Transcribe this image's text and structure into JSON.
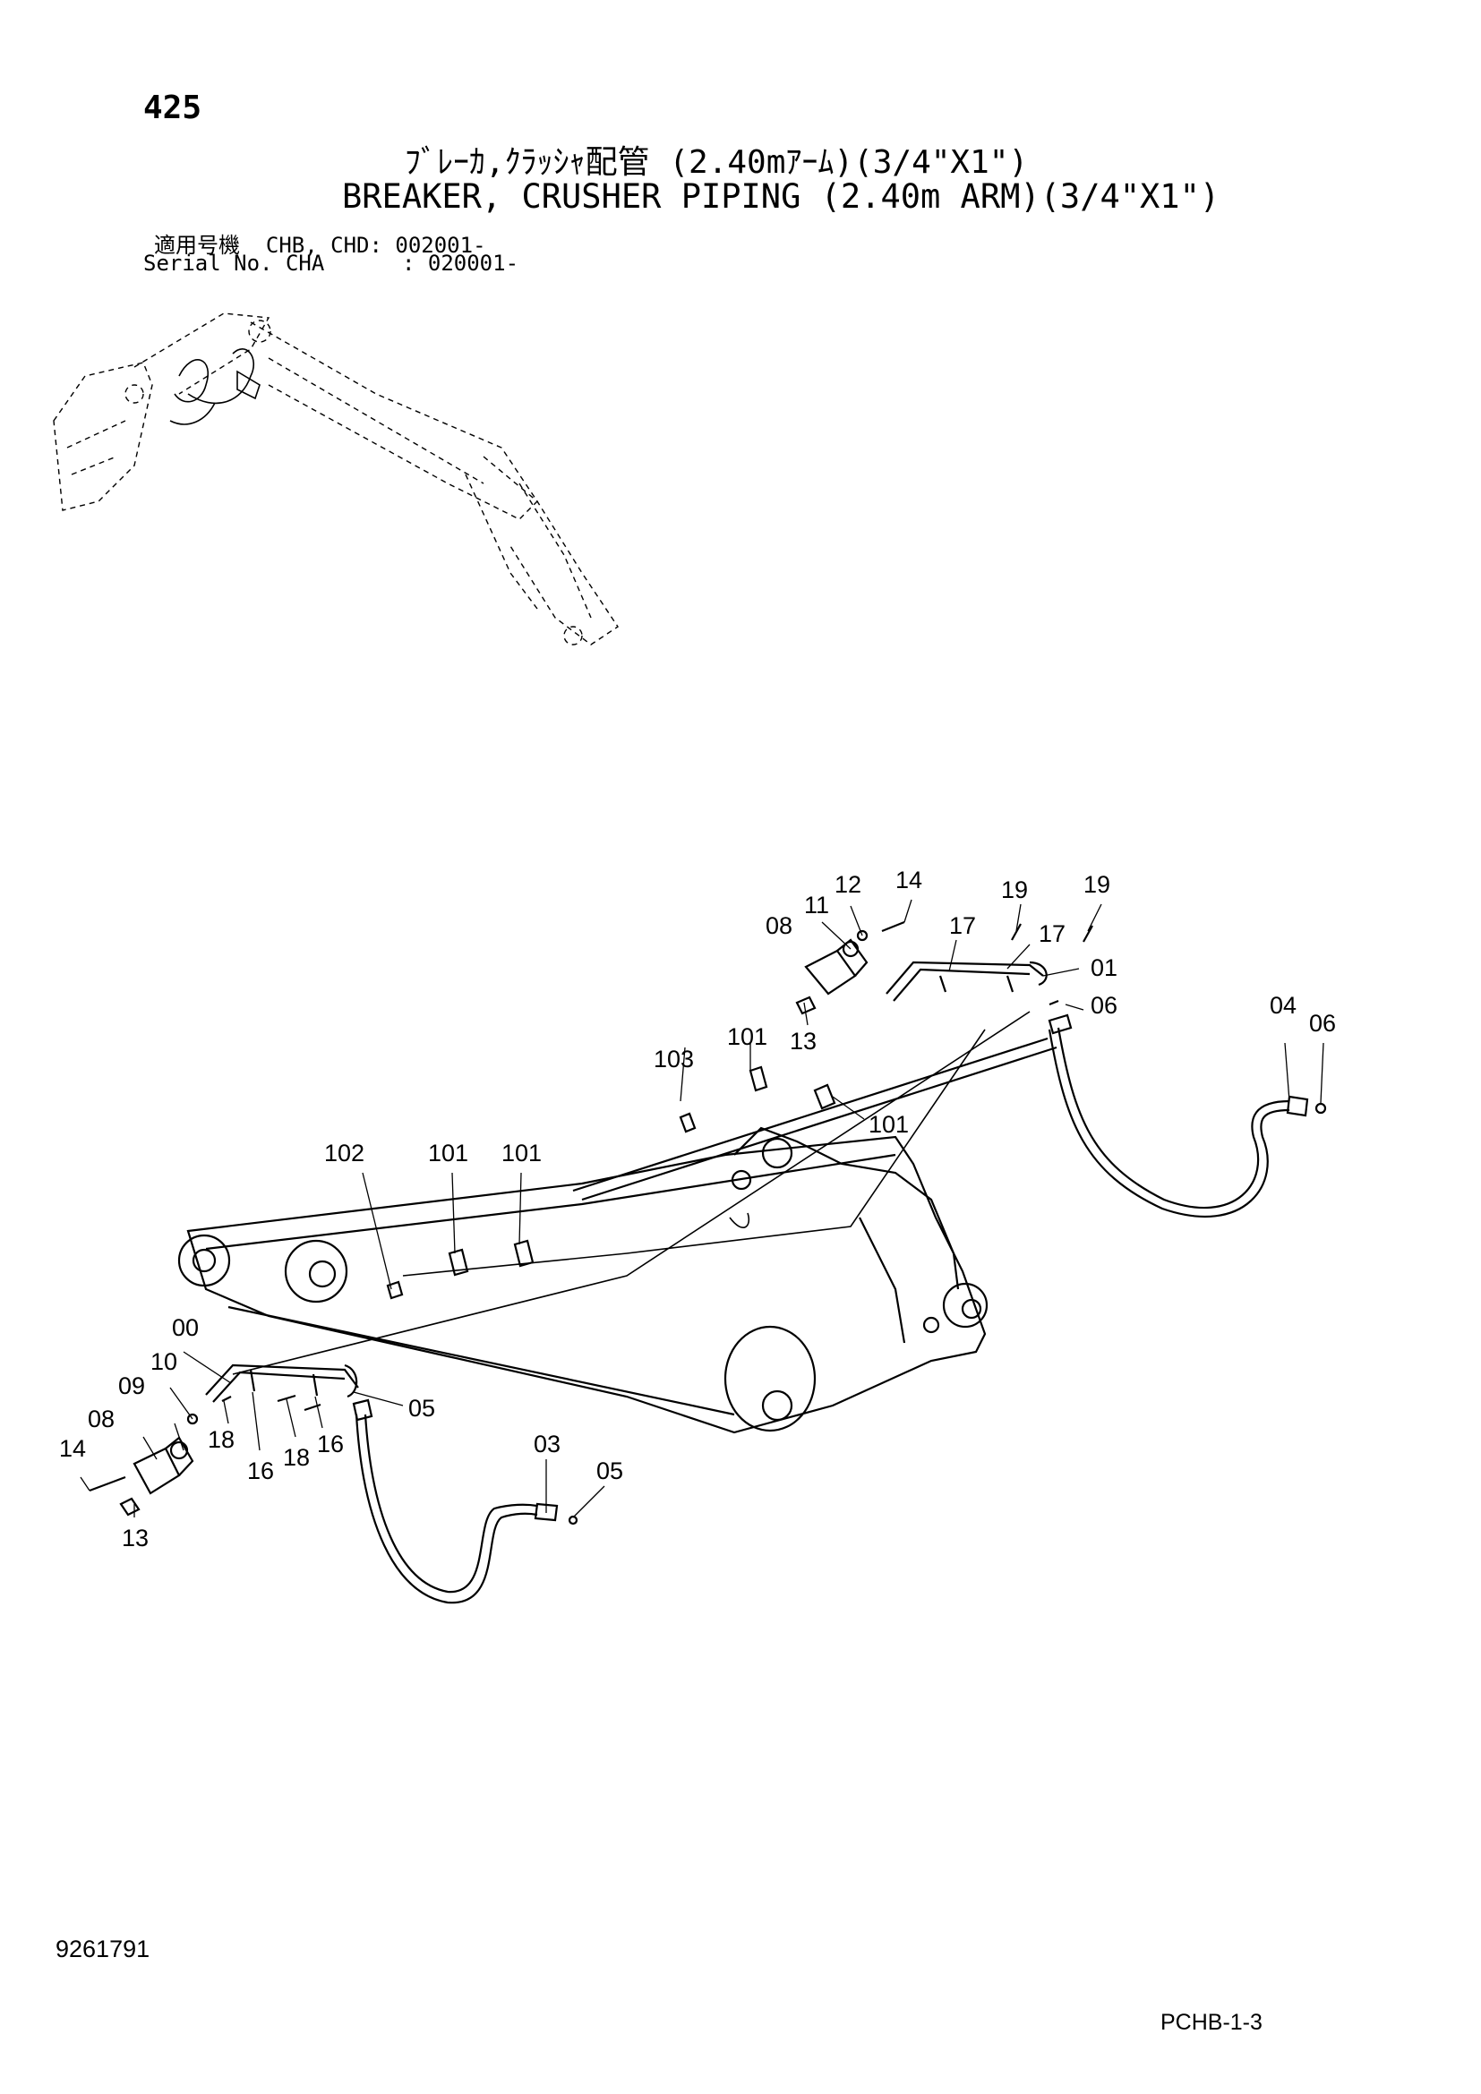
{
  "header": {
    "page_number": "425",
    "title_jp": "ﾌﾞﾚｰｶ,ｸﾗｯｼｬ配管 (2.40mｱｰﾑ)(3/4\"X1\")",
    "title_en": "BREAKER, CRUSHER PIPING (2.40m ARM)(3/4\"X1\")",
    "serial_line_1": "適用号機  CHB, CHD: 002001-",
    "serial_line_2": "Serial No. CHA      : 020001-"
  },
  "footer": {
    "document_number": "9261791",
    "page_code": "PCHB-1-3"
  },
  "callouts": {
    "c12": "12",
    "c14_top": "14",
    "c19a": "19",
    "c19b": "19",
    "c11": "11",
    "c08_top": "08",
    "c17a": "17",
    "c17b": "17",
    "c01": "01",
    "c06a": "06",
    "c13_top": "13",
    "c04": "04",
    "c06b": "06",
    "c103": "103",
    "c101a": "101",
    "c101b": "101",
    "c102": "102",
    "c101c": "101",
    "c101d": "101",
    "c00": "00",
    "c10": "10",
    "c09": "09",
    "c08_bottom": "08",
    "c14_bottom": "14",
    "c18a": "18",
    "c16a": "16",
    "c18b": "18",
    "c16b": "16",
    "c05a": "05",
    "c13_bottom": "13",
    "c03": "03",
    "c05b": "05"
  }
}
